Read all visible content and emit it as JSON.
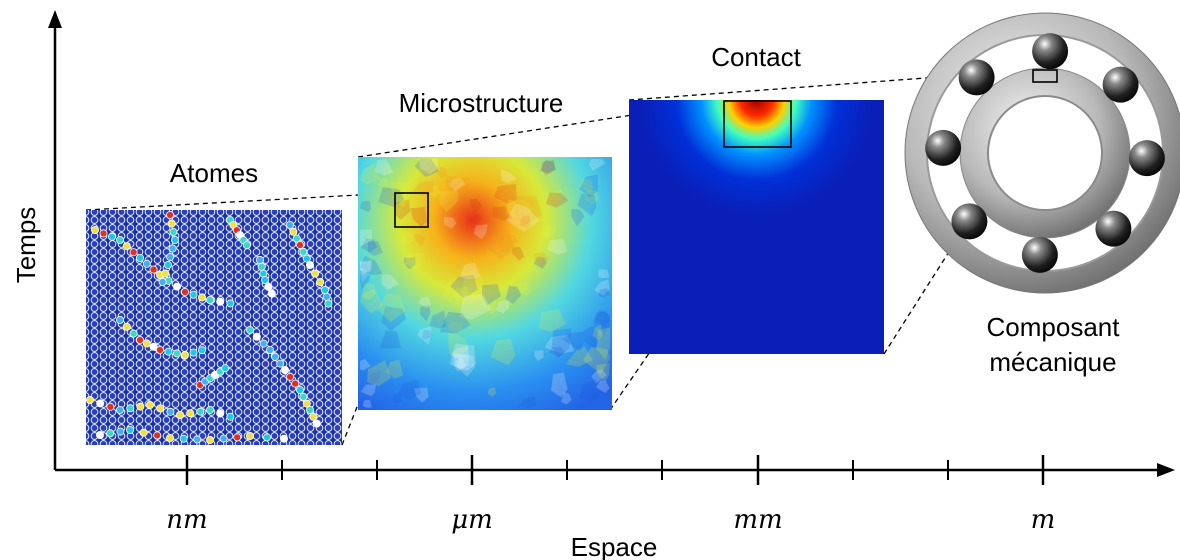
{
  "axes": {
    "y_label": "Temps",
    "x_label": "Espace",
    "tick_labels": [
      "nm",
      "μm",
      "mm",
      "m"
    ]
  },
  "scales": [
    {
      "label": "Atomes"
    },
    {
      "label": "Microstructure"
    },
    {
      "label": "Contact"
    },
    {
      "label_line1": "Composant",
      "label_line2": "mécanique"
    }
  ],
  "colors": {
    "axis": "#000000",
    "field_low": "#0a1fb8",
    "field_high": "#d01010"
  }
}
